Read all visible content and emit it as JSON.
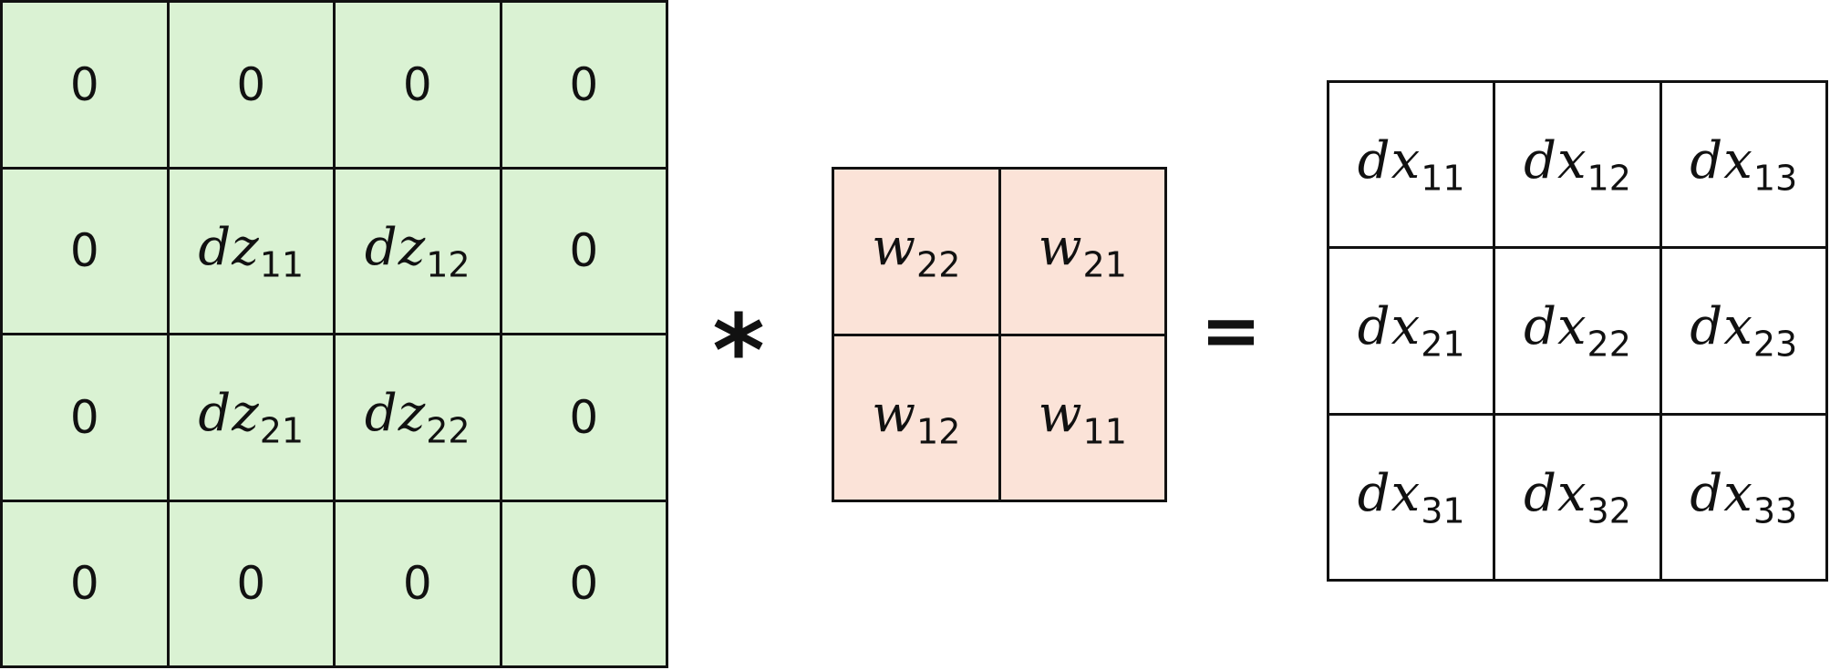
{
  "padded_grid": {
    "rows": [
      [
        {
          "t": "0"
        },
        {
          "t": "0"
        },
        {
          "t": "0"
        },
        {
          "t": "0"
        }
      ],
      [
        {
          "t": "0"
        },
        {
          "s": "dz",
          "i": "11"
        },
        {
          "s": "dz",
          "i": "12"
        },
        {
          "t": "0"
        }
      ],
      [
        {
          "t": "0"
        },
        {
          "s": "dz",
          "i": "21"
        },
        {
          "s": "dz",
          "i": "22"
        },
        {
          "t": "0"
        }
      ],
      [
        {
          "t": "0"
        },
        {
          "t": "0"
        },
        {
          "t": "0"
        },
        {
          "t": "0"
        }
      ]
    ]
  },
  "operator_conv": "*",
  "kernel_grid": {
    "rows": [
      [
        {
          "s": "w",
          "i": "22"
        },
        {
          "s": "w",
          "i": "21"
        }
      ],
      [
        {
          "s": "w",
          "i": "12"
        },
        {
          "s": "w",
          "i": "11"
        }
      ]
    ]
  },
  "operator_equals": "=",
  "output_grid": {
    "rows": [
      [
        {
          "s": "dx",
          "i": "11"
        },
        {
          "s": "dx",
          "i": "12"
        },
        {
          "s": "dx",
          "i": "13"
        }
      ],
      [
        {
          "s": "dx",
          "i": "21"
        },
        {
          "s": "dx",
          "i": "22"
        },
        {
          "s": "dx",
          "i": "23"
        }
      ],
      [
        {
          "s": "dx",
          "i": "31"
        },
        {
          "s": "dx",
          "i": "32"
        },
        {
          "s": "dx",
          "i": "33"
        }
      ]
    ]
  },
  "colors": {
    "padded_fill": "#daf2d3",
    "kernel_fill": "#fbe3d8",
    "output_fill": "#ffffff",
    "border": "#111111"
  }
}
